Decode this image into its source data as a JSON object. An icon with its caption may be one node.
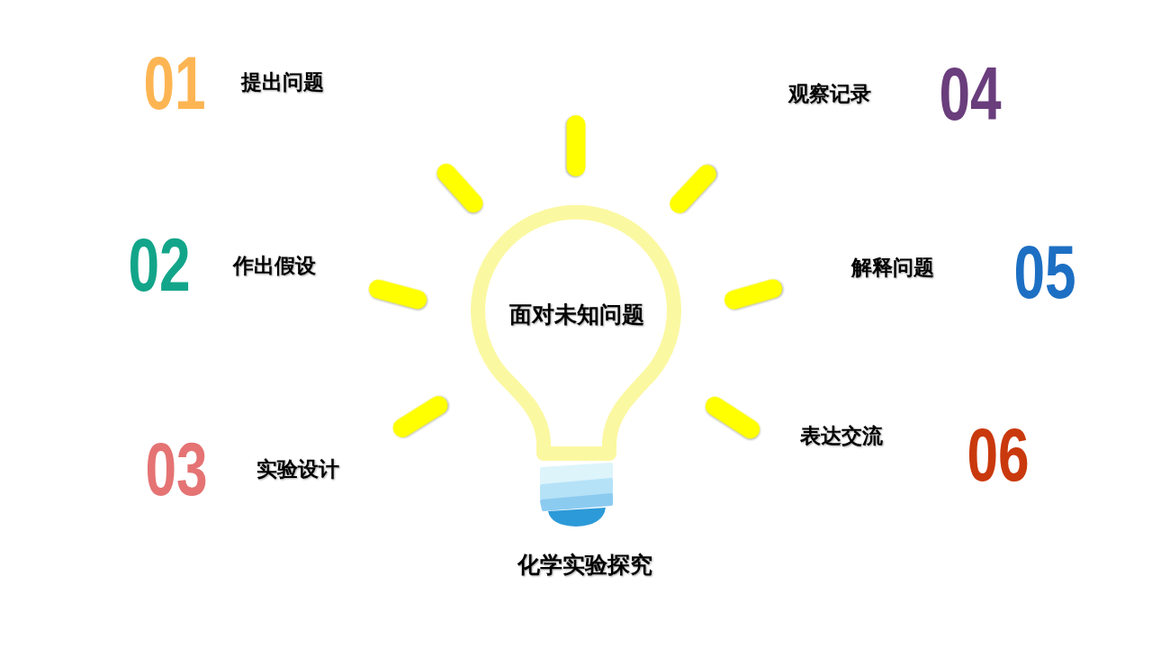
{
  "diagram": {
    "caption": "化学实验探究",
    "nodes": [
      {
        "text": [
          "面对未知问题"
        ]
      }
    ],
    "labels": [
      "01",
      "提出问题",
      "观察记录",
      "04",
      "02",
      "作出假设",
      "解释问题",
      "05",
      "03",
      "实验设计",
      "表达交流",
      "06"
    ]
  }
}
